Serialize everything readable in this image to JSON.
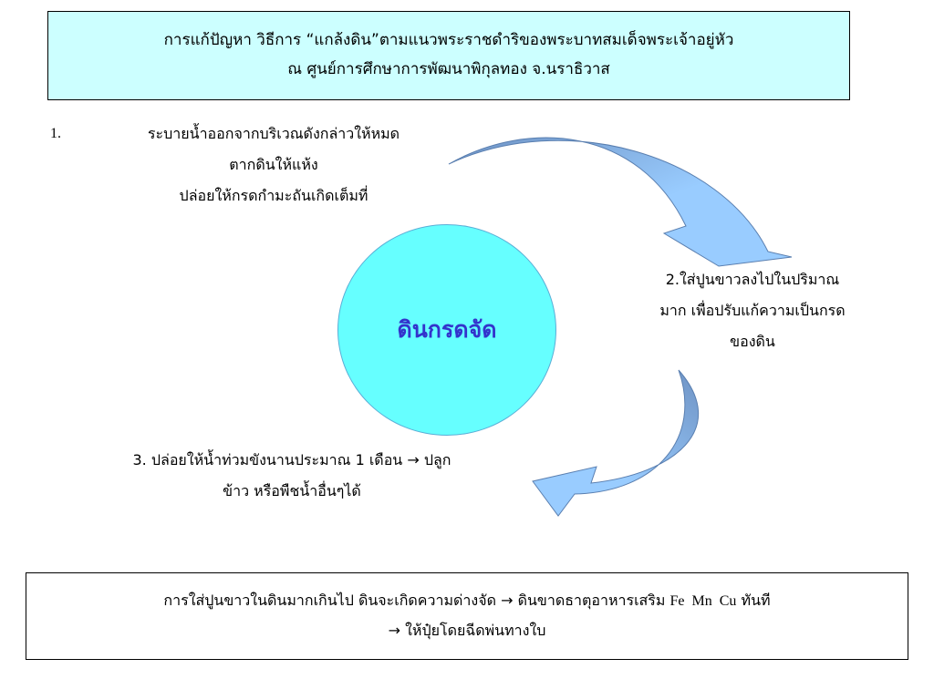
{
  "header": {
    "line1": "การแก้ปัญหา วิธีการ “แกล้งดิน”ตามแนวพระราชดำริของพระบาทสมเด็จพระเจ้าอยู่หัว",
    "line2": "ณ ศูนย์การศึกษาการพัฒนาพิกุลทอง จ.นราธิวาส"
  },
  "center": {
    "label": "ดินกรดจัด"
  },
  "steps": [
    {
      "number": "1.",
      "lines": [
        "ระบายน้ำออกจากบริเวณดังกล่าวให้หมด",
        "ตากดินให้แห้ง",
        "ปล่อยให้กรดกำมะถันเกิดเต็มที่"
      ]
    },
    {
      "lines": [
        "2.ใส่ปูนขาวลงไปในปริมาณ",
        "มาก เพื่อปรับแก้ความเป็นกรด",
        "ของดิน"
      ]
    },
    {
      "line1_pre": "3. ปล่อยให้น้ำท่วมขังนานประมาณ 1 เดือน",
      "arrow": "→",
      "line1_post": "ปลูก",
      "line2": "ข้าว หรือพืชน้ำอื่นๆได้"
    }
  ],
  "note": {
    "line1_pre": "การใส่ปูนขาวในดินมากเกินไป ดินจะเกิดความด่างจัด",
    "arrow": "→",
    "line1_mid": "ดินขาดธาตุอาหารเสริม",
    "elements": "Fe  Mn  Cu",
    "line1_post": "ทันที",
    "line2_arrow": "→",
    "line2": "ให้ปุ๋ยโดยฉีดพ่นทางใบ"
  },
  "colors": {
    "title_bg": "#ccffff",
    "circle_fill": "#66ffff",
    "center_text": "#3333cc",
    "arrow_light": "#99ccff",
    "arrow_dark": "#6f93c4"
  }
}
